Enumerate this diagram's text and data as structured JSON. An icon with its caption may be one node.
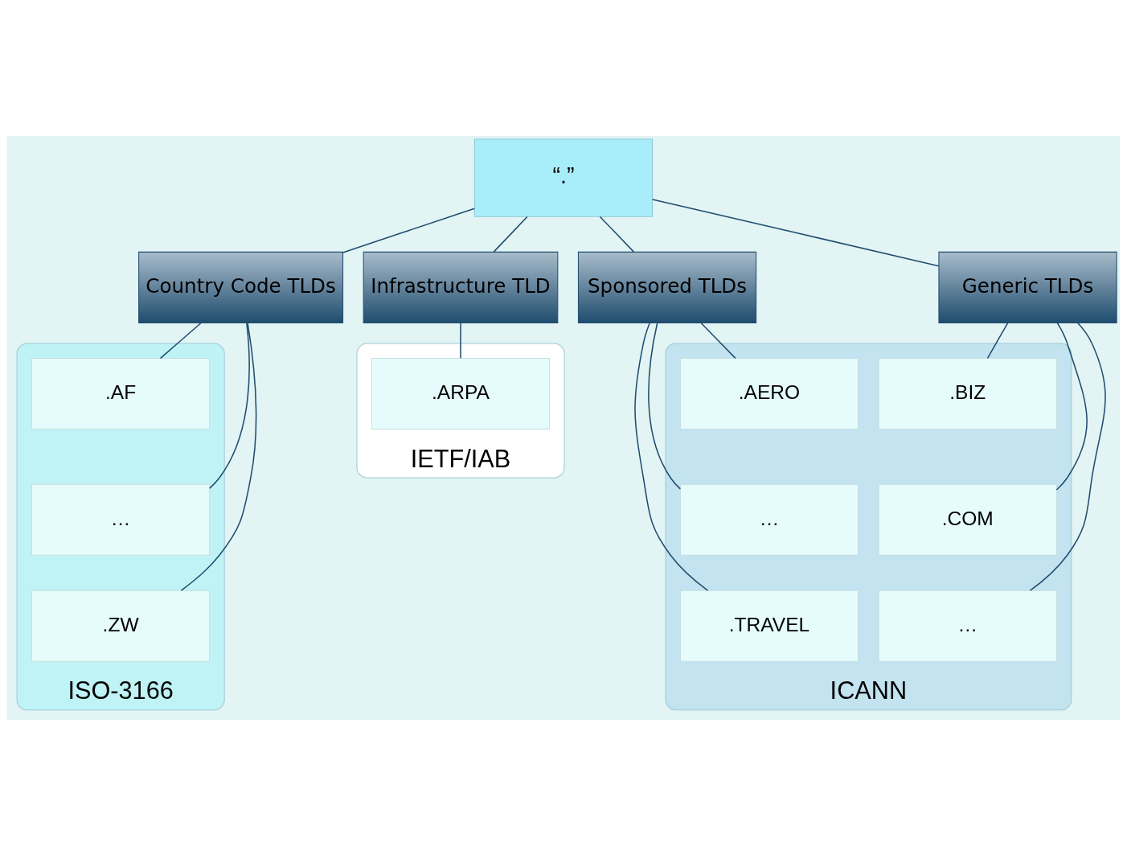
{
  "diagram": {
    "nodes": [
      {
        "text": [
          "“.”"
        ]
      },
      {
        "text": [
          "Country Code TLDs"
        ]
      },
      {
        "text": [
          "Infrastructure TLD"
        ]
      },
      {
        "text": [
          "Sponsored TLDs"
        ]
      },
      {
        "text": [
          "Generic TLDs"
        ]
      },
      {
        "text": [
          "ISO-3166"
        ]
      },
      {
        "text": [
          ".AF"
        ],
        "in": 5
      },
      {
        "text": [
          "…"
        ],
        "in": 5
      },
      {
        "text": [
          ".ZW"
        ],
        "in": 5
      },
      {
        "text": [
          "IETF/IAB"
        ]
      },
      {
        "text": [
          ".ARPA"
        ],
        "in": 9
      },
      {
        "text": [
          "ICANN"
        ]
      },
      {
        "text": [
          ".AERO"
        ],
        "in": 11
      },
      {
        "text": [
          "…"
        ],
        "in": 11
      },
      {
        "text": [
          ".TRAVEL"
        ],
        "in": 11
      },
      {
        "text": [
          ".BIZ"
        ],
        "in": 11
      },
      {
        "text": [
          ".COM"
        ],
        "in": 11
      },
      {
        "text": [
          "…"
        ],
        "in": 11
      }
    ],
    "edges": [
      {
        "from": 0,
        "to": 1,
        "arrow": "none"
      },
      {
        "from": 0,
        "to": 2,
        "arrow": "none"
      },
      {
        "from": 0,
        "to": 3,
        "arrow": "none"
      },
      {
        "from": 0,
        "to": 4,
        "arrow": "none"
      },
      {
        "from": 1,
        "to": 6,
        "arrow": "none"
      },
      {
        "from": 1,
        "to": 7,
        "arrow": "none"
      },
      {
        "from": 1,
        "to": 8,
        "arrow": "none"
      },
      {
        "from": 2,
        "to": 10,
        "arrow": "none"
      },
      {
        "from": 3,
        "to": 12,
        "arrow": "none"
      },
      {
        "from": 3,
        "to": 13,
        "arrow": "none"
      },
      {
        "from": 3,
        "to": 14,
        "arrow": "none"
      },
      {
        "from": 4,
        "to": 15,
        "arrow": "none"
      },
      {
        "from": 4,
        "to": 16,
        "arrow": "none"
      },
      {
        "from": 4,
        "to": 17,
        "arrow": "none"
      }
    ]
  }
}
